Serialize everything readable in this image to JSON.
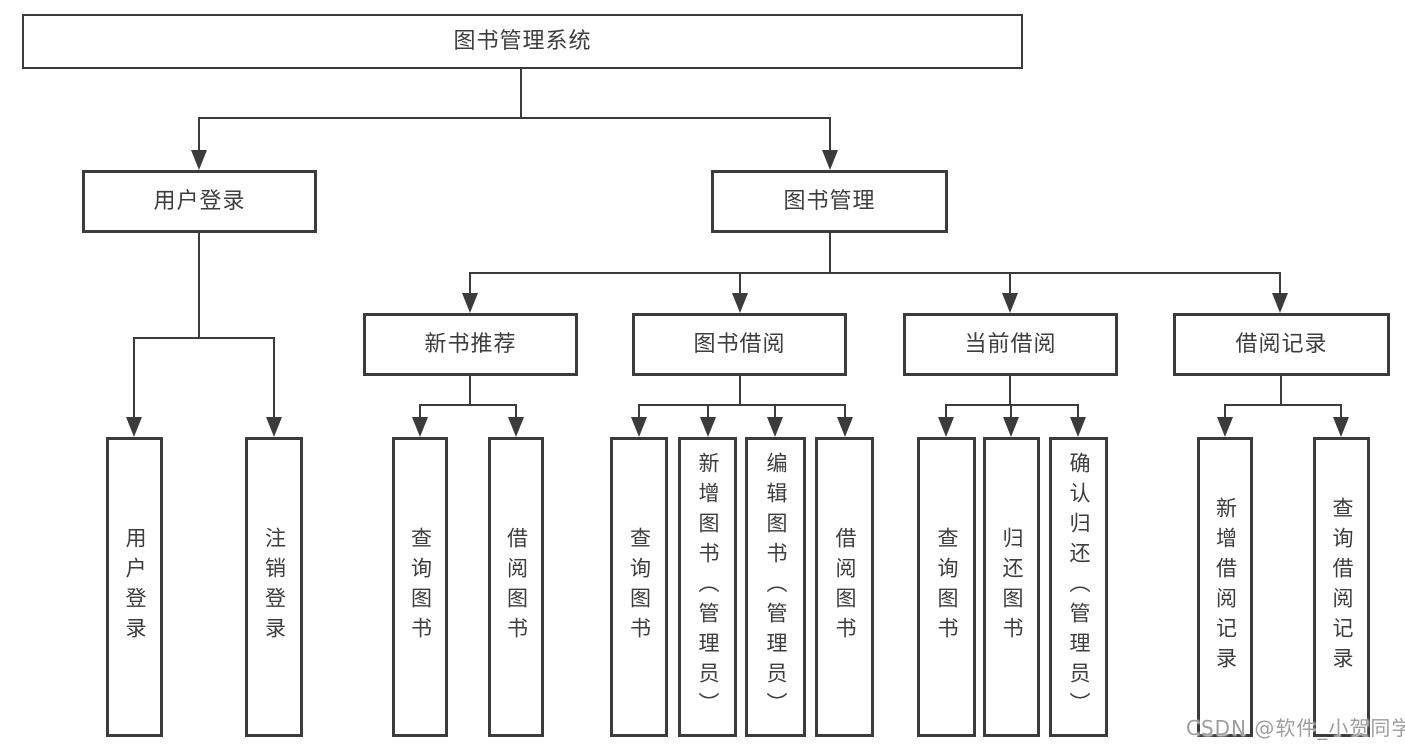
{
  "diagram": {
    "type": "tree",
    "title": "图书管理系统",
    "colors": {
      "line": "#3b3b3b",
      "text": "#3d3d3d",
      "background": "#ffffff",
      "watermark": "#9e9e9e"
    },
    "hierarchy": {
      "root": "图书管理系统",
      "children": [
        {
          "label": "用户登录",
          "children": [
            "用户登录",
            "注销登录"
          ]
        },
        {
          "label": "图书管理",
          "children": [
            {
              "label": "新书推荐",
              "children": [
                "查询图书",
                "借阅图书"
              ]
            },
            {
              "label": "图书借阅",
              "children": [
                "查询图书",
                "新增图书（管理员）",
                "编辑图书（管理员）",
                "借阅图书"
              ]
            },
            {
              "label": "当前借阅",
              "children": [
                "查询图书",
                "归还图书",
                "确认归还（管理员）"
              ]
            },
            {
              "label": "借阅记录",
              "children": [
                "新增借阅记录",
                "查询借阅记录"
              ]
            }
          ]
        }
      ]
    }
  },
  "nodes": {
    "root": {
      "label": "图书管理系统"
    },
    "user_login": {
      "label": "用户登录"
    },
    "book_mgmt": {
      "label": "图书管理"
    },
    "new_book_rec": {
      "label": "新书推荐"
    },
    "book_borrow": {
      "label": "图书借阅"
    },
    "current_borrow": {
      "label": "当前借阅"
    },
    "borrow_records": {
      "label": "借阅记录"
    },
    "leaf_user_login": {
      "label": "用户登录"
    },
    "leaf_logout": {
      "label": "注销登录"
    },
    "leaf_nb_query": {
      "label": "查询图书"
    },
    "leaf_nb_borrow": {
      "label": "借阅图书"
    },
    "leaf_bb_query": {
      "label": "查询图书"
    },
    "leaf_bb_add": {
      "label": "新增图书（管理员）"
    },
    "leaf_bb_edit": {
      "label": "编辑图书（管理员）"
    },
    "leaf_bb_borrow": {
      "label": "借阅图书"
    },
    "leaf_cb_query": {
      "label": "查询图书"
    },
    "leaf_cb_return": {
      "label": "归还图书"
    },
    "leaf_cb_confirm": {
      "label": "确认归还（管理员）"
    },
    "leaf_br_add": {
      "label": "新增借阅记录"
    },
    "leaf_br_query": {
      "label": "查询借阅记录"
    }
  },
  "watermark": {
    "text": "CSDN @软件_小贺同学"
  }
}
